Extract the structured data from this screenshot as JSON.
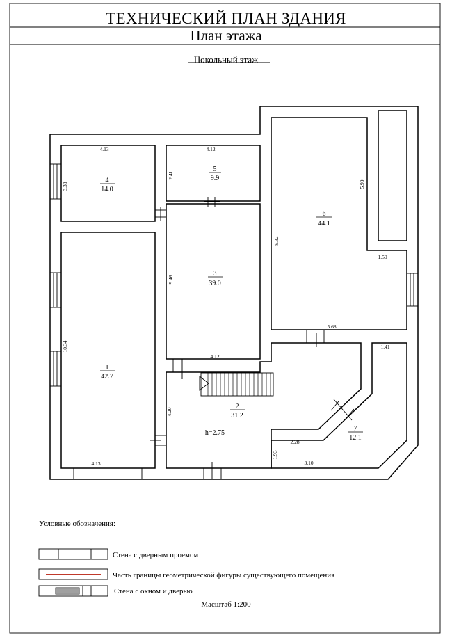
{
  "header": {
    "title": "ТЕХНИЧЕСКИЙ ПЛАН ЗДАНИЯ",
    "subtitle": "План  этажа",
    "floor_name": "Цокольный этаж"
  },
  "rooms": [
    {
      "number": "1",
      "area": "42.7"
    },
    {
      "number": "2",
      "area": "31.2"
    },
    {
      "number": "3",
      "area": "39.0"
    },
    {
      "number": "4",
      "area": "14.0"
    },
    {
      "number": "5",
      "area": "9.9"
    },
    {
      "number": "6",
      "area": "44.1"
    },
    {
      "number": "7",
      "area": "12.1"
    }
  ],
  "dimensions": {
    "r4_top": "4.13",
    "r4_left": "3.38",
    "r5_top": "4.12",
    "r5_left": "2.41",
    "r3_left": "9.46",
    "r3_bottom": "4.12",
    "r1_left": "10.34",
    "r1_bottom": "4.13",
    "r2_left": "4.20",
    "r6_left": "9.32",
    "r6_right": "5.90",
    "r6_step": "1.50",
    "r6_bottom": "5.68",
    "r7_top": "1.41",
    "r7_mid": "2.28",
    "r7_left": "1.93",
    "r7_bottom": "3.10"
  },
  "ceiling_height": "h=2.75",
  "legend": {
    "heading": "Условные обозначения:",
    "items": [
      "Стена с дверным проемом",
      "Часть границы геометрической фигуры существующего помещения",
      "Стена с окном и дверью"
    ],
    "boundary_color": "#c0392b"
  },
  "scale": "Масштаб 1:200"
}
